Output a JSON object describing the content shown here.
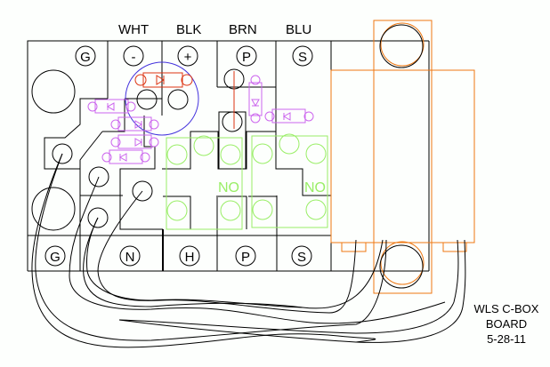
{
  "wire_colors": {
    "top_1": "WHT",
    "top_2": "BLK",
    "top_3": "BRN",
    "top_4": "BLU"
  },
  "top_terminals": [
    "G",
    "-",
    "+",
    "P",
    "S"
  ],
  "bottom_terminals": [
    "G",
    "N",
    "H",
    "P",
    "S"
  ],
  "relays": [
    {
      "label": "NO"
    },
    {
      "label": "NO"
    }
  ],
  "title_block": {
    "line1": "WLS C-BOX",
    "line2": "BOARD",
    "line3": "5-28-11"
  },
  "colors": {
    "outline": "#000000",
    "relay": "#99ee66",
    "mount": "#ee7711",
    "diode_red": "#dd3311",
    "diode_purple": "#cc66ee",
    "bridge_circle": "#4433dd"
  }
}
